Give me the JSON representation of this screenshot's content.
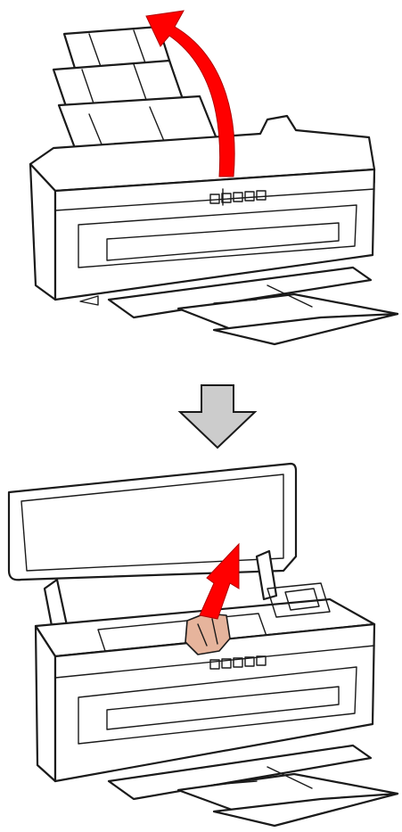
{
  "figure": {
    "steps": [
      {
        "id": "step-1",
        "action": "open-cover"
      },
      {
        "id": "step-2",
        "action": "remove-jammed-paper"
      }
    ],
    "colors": {
      "arrow": "#ff0000",
      "cover_highlight": "#f7d6c6",
      "jammed_paper": "#e6b49c",
      "down_arrow": "#cccccc",
      "outline": "#1a1a1a"
    },
    "icons": [
      "curved-up-arrow-icon",
      "down-arrow-icon",
      "lift-arrow-icon"
    ]
  }
}
